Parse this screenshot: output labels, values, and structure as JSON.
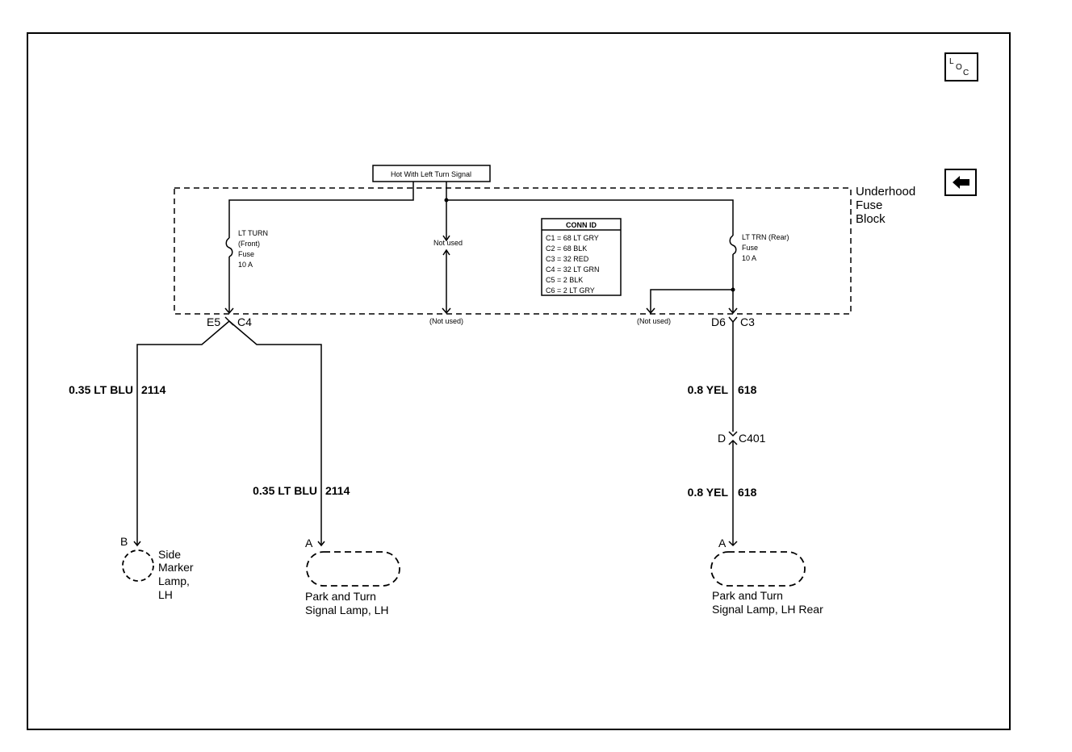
{
  "nav": {
    "loc_l": "L",
    "loc_o": "O",
    "loc_c": "C",
    "back_icon": "left-arrow-icon"
  },
  "fuse_block": {
    "label_line1": "Underhood",
    "label_line2": "Fuse",
    "label_line3": "Block",
    "hot_label": "Hot With Left Turn Signal",
    "fuse_front": {
      "line1": "LT TURN",
      "line2": "(Front)",
      "line3": "Fuse",
      "line4": "10 A"
    },
    "fuse_rear": {
      "line1": "LT TRN (Rear)",
      "line2": "Fuse",
      "line3": "10 A"
    },
    "not_used_mid": "Not used",
    "not_used_bottom_1": "(Not used)",
    "not_used_bottom_2": "(Not used)"
  },
  "conn_id": {
    "title": "CONN ID",
    "rows": [
      "C1 = 68 LT GRY",
      "C2 = 68 BLK",
      "C3 = 32 RED",
      "C4 = 32 LT GRN",
      "C5 = 2 BLK",
      "C6 = 2 LT GRY"
    ]
  },
  "connectors": {
    "e5": "E5",
    "c4": "C4",
    "d6": "D6",
    "c3": "C3",
    "d": "D",
    "c401": "C401",
    "b": "B",
    "a_left": "A",
    "a_right": "A"
  },
  "wires": {
    "left_wire": "0.35 LT BLU",
    "left_circuit": "2114",
    "mid_wire": "0.35 LT BLU",
    "mid_circuit": "2114",
    "right_wire_1": "0.8 YEL",
    "right_circuit_1": "618",
    "right_wire_2": "0.8 YEL",
    "right_circuit_2": "618"
  },
  "components": {
    "side_marker_1": "Side",
    "side_marker_2": "Marker",
    "side_marker_3": "Lamp,",
    "side_marker_4": "LH",
    "park_lh_1": "Park and Turn",
    "park_lh_2": "Signal Lamp, LH",
    "park_rear_1": "Park and Turn",
    "park_rear_2": "Signal Lamp, LH Rear"
  }
}
